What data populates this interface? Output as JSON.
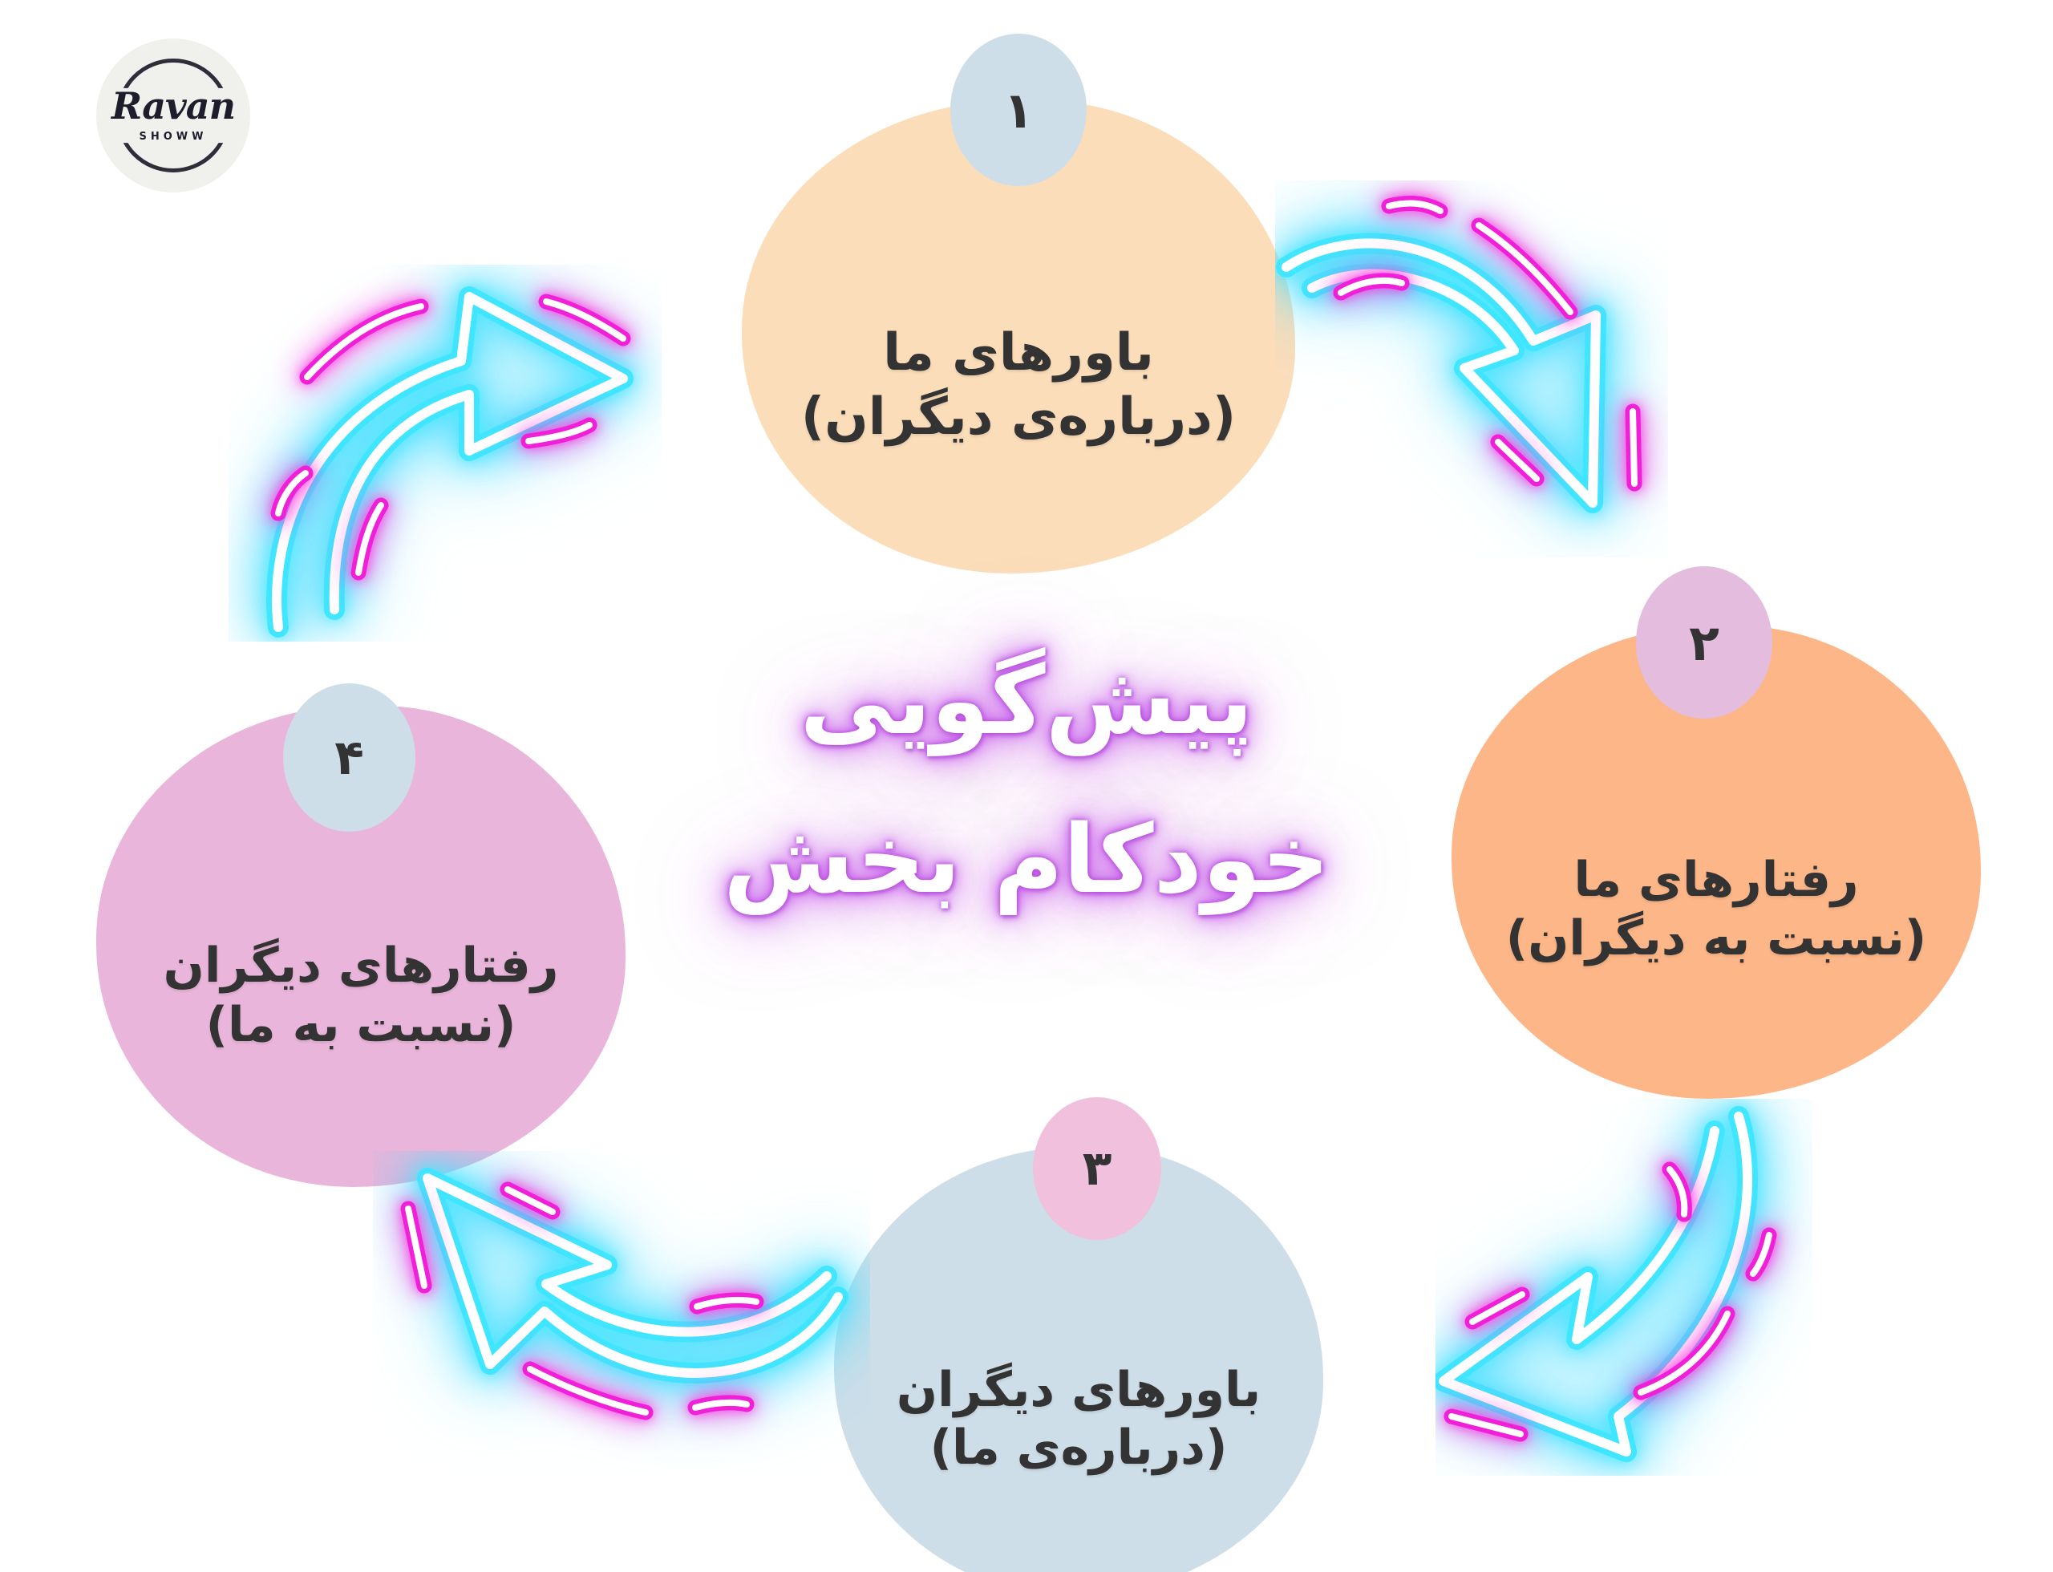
{
  "logo": {
    "name": "Ravan",
    "tagline": "SHOWW"
  },
  "center_title": {
    "line1": "پیش‌گویی",
    "line2": "خودکام بخش",
    "glow_color": "#c95de6",
    "text_color": "#ffffff"
  },
  "nodes": [
    {
      "number": "۱",
      "line1": "باورهای ما",
      "line2": "(درباره‌ی دیگران)",
      "fill": "#FBDDBA",
      "badge_fill": "#CDDEE9"
    },
    {
      "number": "۲",
      "line1": "رفتارهای ما",
      "line2": "(نسبت به دیگران)",
      "fill": "#FDB688",
      "badge_fill": "#E3BCDE"
    },
    {
      "number": "۳",
      "line1": "باورهای دیگران",
      "line2": "(درباره‌ی ما)",
      "fill": "#CEDEE8",
      "badge_fill": "#F0C0DC"
    },
    {
      "number": "۴",
      "line1": "رفتارهای دیگران",
      "line2": "(نسبت به ما)",
      "fill": "#E9B5DA",
      "badge_fill": "#CDDEE9"
    }
  ],
  "arrows": [
    {
      "name": "arrow-node4-to-node1",
      "direction": "right-up"
    },
    {
      "name": "arrow-node1-to-node2",
      "direction": "right-down"
    },
    {
      "name": "arrow-node2-to-node3",
      "direction": "down-left"
    },
    {
      "name": "arrow-node3-to-node4",
      "direction": "left-up"
    }
  ],
  "arrow_colors": {
    "core": "#ffffff",
    "glow": "#3fe6ff",
    "accent": "#f020d8"
  },
  "background": "#ffffff"
}
